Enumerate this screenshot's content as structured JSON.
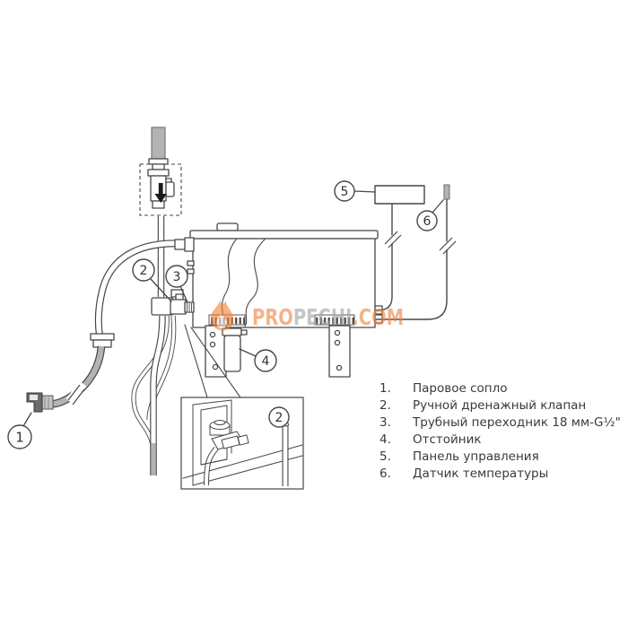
{
  "legend": {
    "items": [
      {
        "number": "1.",
        "label": "Паровое сопло"
      },
      {
        "number": "2.",
        "label": "Ручной дренажный клапан"
      },
      {
        "number": "3.",
        "label": "Трубный переходник 18 мм-G½\""
      },
      {
        "number": "4.",
        "label": "Отстойник"
      },
      {
        "number": "5.",
        "label": "Панель управления"
      },
      {
        "number": "6.",
        "label": "Датчик температуры"
      }
    ]
  },
  "callouts": {
    "n1": "1",
    "n2": "2",
    "n3": "3",
    "n4": "4",
    "n5": "5",
    "n6": "6",
    "inset": "2"
  },
  "watermark": {
    "part1": "PRO",
    "part2": "PECHI",
    "part3": ".COM",
    "accent_color": "#ef8440",
    "gray_color": "#a3a3a3"
  }
}
